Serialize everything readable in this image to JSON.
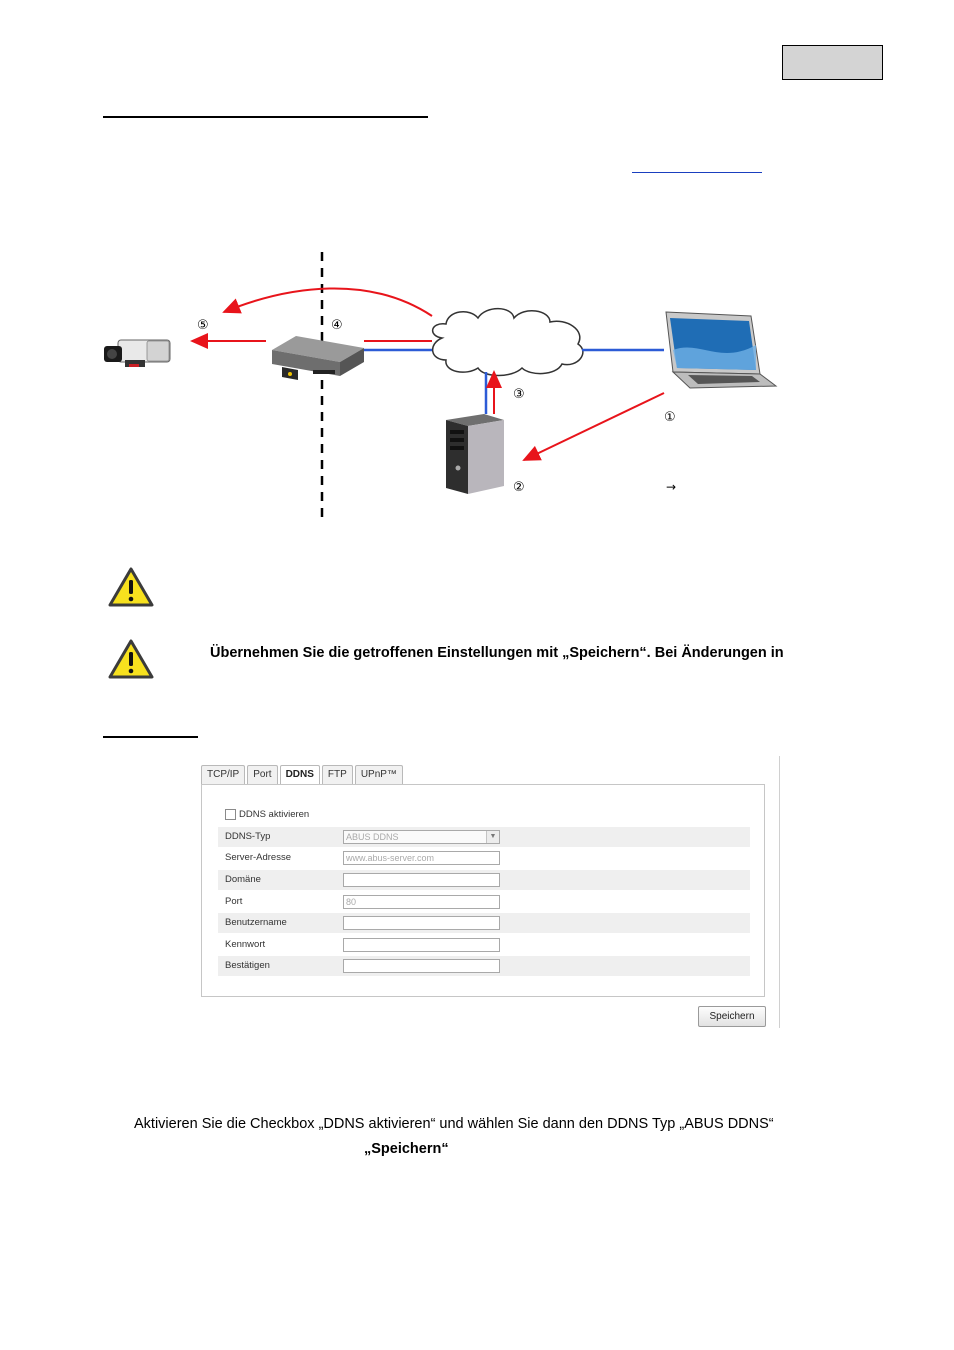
{
  "diagram": {
    "step_labels": [
      "①",
      "②",
      "③",
      "④",
      "⑤"
    ],
    "arrow_glyph": "→"
  },
  "notice": {
    "text": "Übernehmen Sie die getroffenen Einstellungen mit „Speichern“. Bei Änderungen in"
  },
  "ddns_form": {
    "tabs": [
      {
        "label": "TCP/IP",
        "active": false
      },
      {
        "label": "Port",
        "active": false
      },
      {
        "label": "DDNS",
        "active": true
      },
      {
        "label": "FTP",
        "active": false
      },
      {
        "label": "UPnP™",
        "active": false
      }
    ],
    "enable_label": "DDNS aktivieren",
    "enable_checked": false,
    "rows": [
      {
        "label": "DDNS-Typ",
        "value": "ABUS DDNS",
        "type": "select"
      },
      {
        "label": "Server-Adresse",
        "value": "www.abus-server.com",
        "type": "text"
      },
      {
        "label": "Domäne",
        "value": "",
        "type": "text"
      },
      {
        "label": "Port",
        "value": "80",
        "type": "text"
      },
      {
        "label": "Benutzername",
        "value": "",
        "type": "text"
      },
      {
        "label": "Kennwort",
        "value": "",
        "type": "password"
      },
      {
        "label": "Bestätigen",
        "value": "",
        "type": "password"
      }
    ],
    "save_label": "Speichern"
  },
  "body_text": {
    "para1": "Aktivieren Sie die Checkbox „DDNS aktivieren“ und wählen Sie dann den DDNS Typ „ABUS DDNS“",
    "para2": "„Speichern“"
  },
  "colors": {
    "arrow_red": "#e8141b",
    "link_blue": "#2c5bd6",
    "warning_yellow": "#f7e11e"
  }
}
